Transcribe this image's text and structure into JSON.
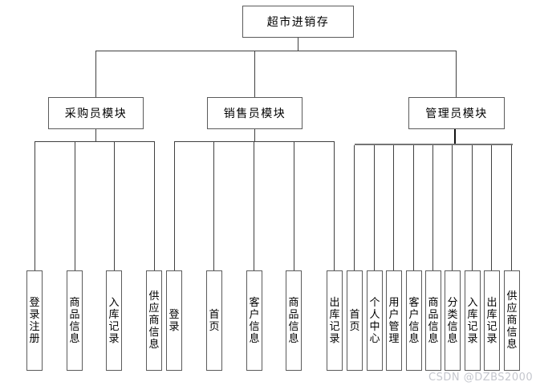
{
  "diagram": {
    "root": {
      "label": "超市进销存"
    },
    "modules": [
      {
        "label": "采购员模块",
        "children": [
          "登录注册",
          "商品信息",
          "入库记录",
          "供应商信息"
        ]
      },
      {
        "label": "销售员模块",
        "children": [
          "登录",
          "首页",
          "客户信息",
          "商品信息",
          "出库记录"
        ]
      },
      {
        "label": "管理员模块",
        "children": [
          "首页",
          "个人中心",
          "用户管理",
          "客户信息",
          "商品信息",
          "分类信息",
          "入库记录",
          "出库记录",
          "供应商信息"
        ]
      }
    ],
    "watermark": "CSDN @DZBS2000",
    "colors": {
      "line": "#404040",
      "admin_hline": "#757575",
      "admin_stub": "#141414",
      "box_border": "#5b5b5b",
      "watermark_text": "#c5c7ce",
      "background": "#ffffff",
      "text": "#000000"
    }
  }
}
